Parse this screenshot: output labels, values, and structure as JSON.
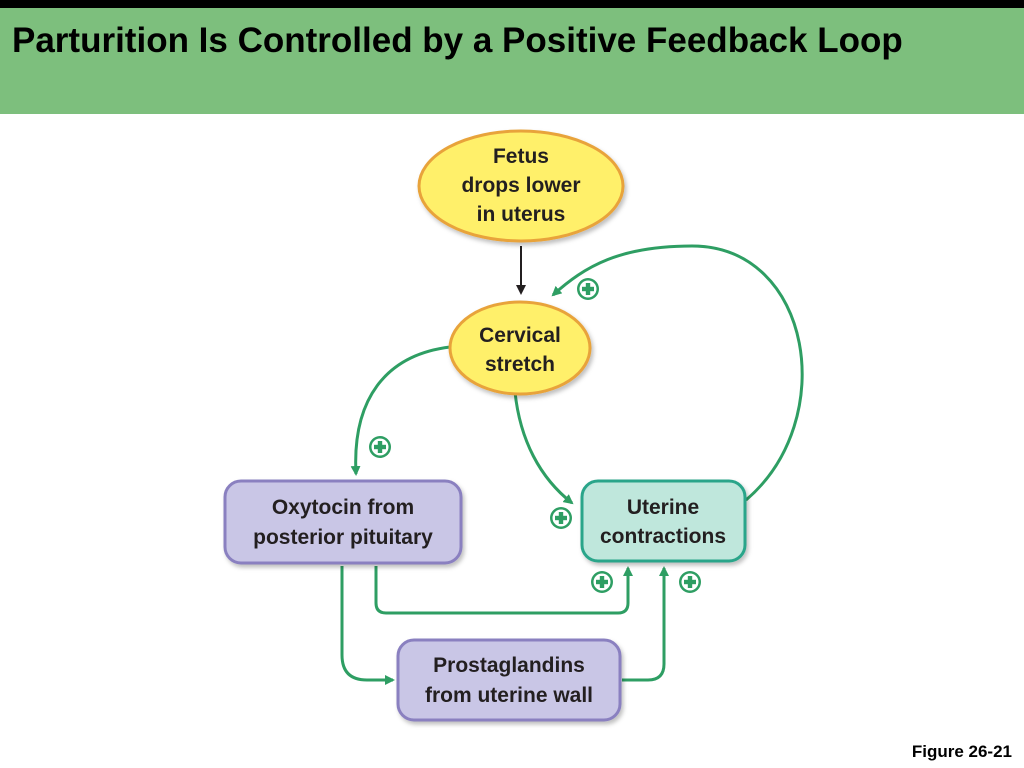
{
  "title": "Parturition Is Controlled by a Positive Feedback Loop",
  "figure_label": "Figure 26-21",
  "nodes": {
    "fetus": {
      "lines": [
        "Fetus",
        "drops lower",
        "in uterus"
      ]
    },
    "cervical": {
      "lines": [
        "Cervical",
        "stretch"
      ]
    },
    "oxytocin": {
      "lines": [
        "Oxytocin from",
        "posterior pituitary"
      ]
    },
    "uterine": {
      "lines": [
        "Uterine",
        "contractions"
      ]
    },
    "prostaglandins": {
      "lines": [
        "Prostaglandins",
        "from uterine wall"
      ]
    }
  },
  "colors": {
    "header": "#7dbf7d",
    "oval_fill": "#fff06a",
    "oval_stroke": "#e8a33a",
    "purple_fill": "#c9c6e6",
    "purple_stroke": "#8a80c0",
    "teal_fill": "#bfe7dc",
    "teal_stroke": "#2aa58a",
    "arrow_green": "#2e9e63",
    "arrow_black": "#231f20"
  },
  "icons": [
    "plus-circle-icon"
  ]
}
